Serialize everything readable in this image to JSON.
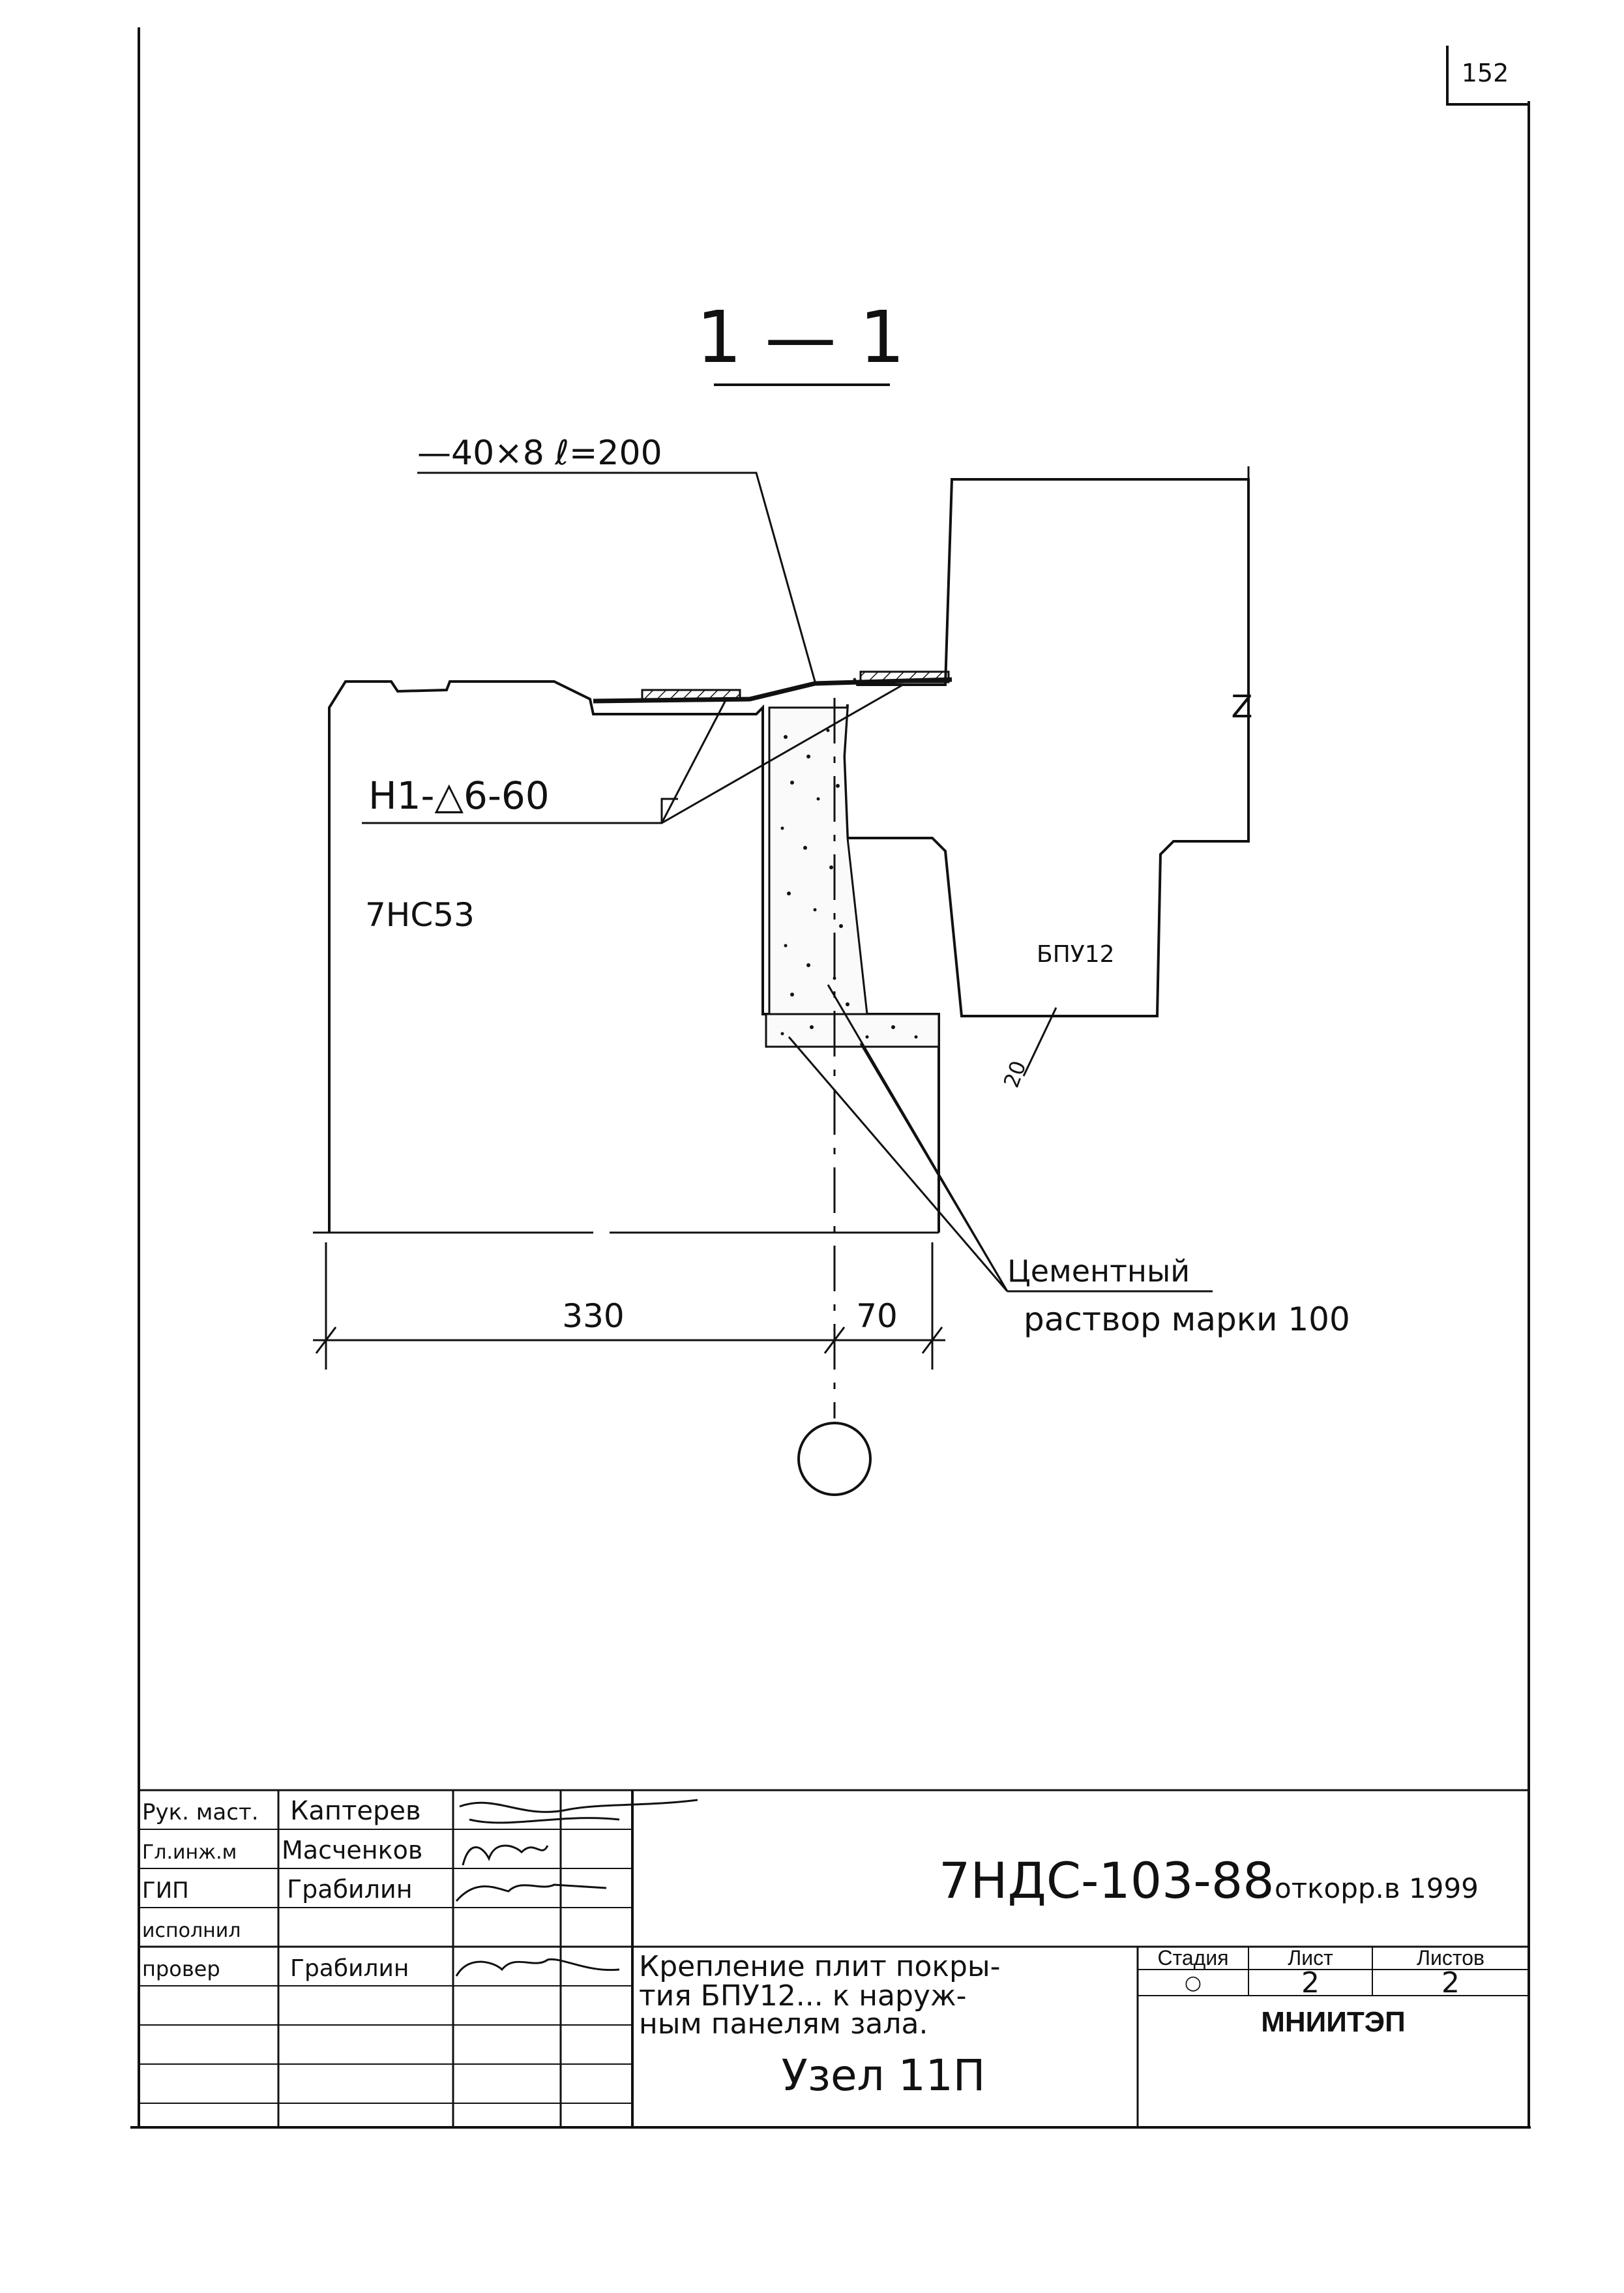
{
  "sheet_number": "152",
  "section_mark": "1 — 1",
  "labels": {
    "plate": "—40×8 ℓ=200",
    "weld": "Н1-△6-60",
    "panel": "7НС53",
    "slab": "БПУ12",
    "gap": "20",
    "vertical_mark": "Z",
    "mortar_line1": "Цементный",
    "mortar_line2": "раствор марки 100"
  },
  "dimensions": {
    "left": "330",
    "right": "70"
  },
  "title_block": {
    "roles": [
      "Рук. маст.",
      "Гл.инж.м",
      "ГИП",
      "исполнил",
      "провер"
    ],
    "names": [
      "Каптерев",
      "Масченков",
      "Грабилин",
      "",
      "Грабилин"
    ],
    "document_code": "7НДС-103-88",
    "correction_note": "откорр.в 1999",
    "description": [
      "Крепление плит покры-",
      "тия   БПУ12... к наруж-",
      "ным панелям зала."
    ],
    "node_title": "Узел 11П",
    "headers": {
      "stage": "Стадия",
      "sheet": "Лист",
      "sheets": "Листов"
    },
    "values": {
      "stage": "○",
      "sheet": "2",
      "sheets": "2"
    },
    "organization": "МНИИТЭП"
  }
}
